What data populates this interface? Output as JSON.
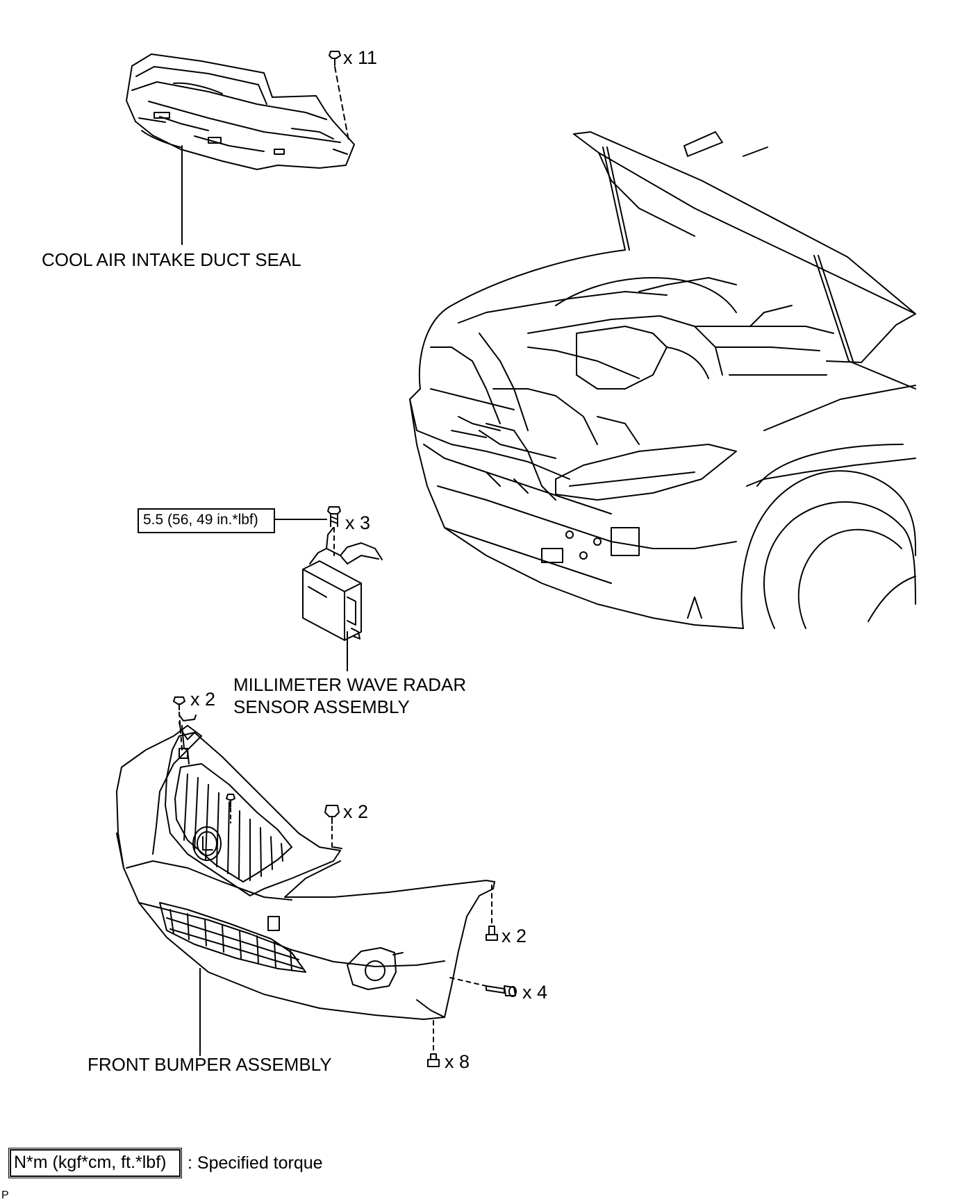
{
  "labels": {
    "cool_air_intake_duct_seal": "COOL AIR INTAKE DUCT SEAL",
    "radar_sensor_line1": "MILLIMETER WAVE RADAR",
    "radar_sensor_line2": "SENSOR ASSEMBLY",
    "front_bumper_assembly": "FRONT BUMPER ASSEMBLY"
  },
  "fastener_counts": {
    "duct_seal_clips": "x 11",
    "radar_bolts": "x 3",
    "bumper_top_left_clips": "x 2",
    "bumper_top_center_clips": "x 2",
    "bumper_side_screws": "x 2",
    "bumper_side_bolts": "x 4",
    "bumper_bottom_screws": "x 8"
  },
  "torque": {
    "radar_bolt_spec": "5.5 (56, 49 in.*lbf)"
  },
  "legend": {
    "unit_box": "N*m (kgf*cm, ft.*lbf)",
    "description": ": Specified torque"
  },
  "corner_mark": "P"
}
